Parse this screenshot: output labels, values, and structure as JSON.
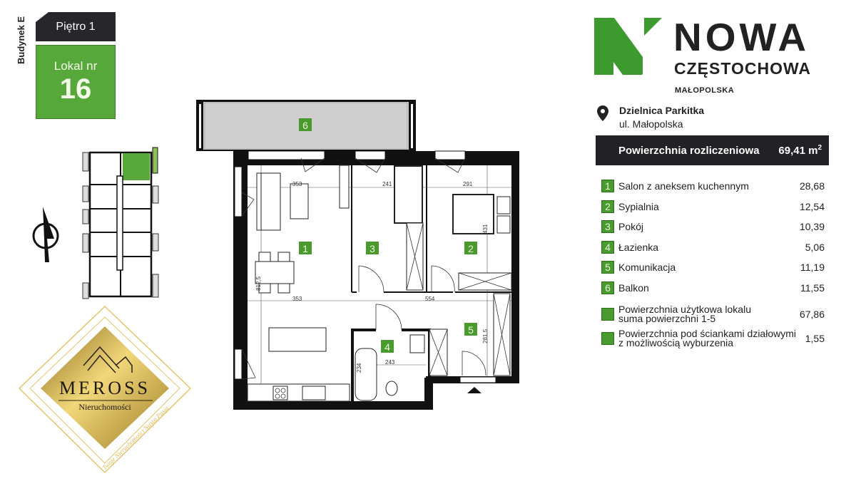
{
  "header": {
    "building": "Budynek E",
    "floor": "Piętro 1",
    "unit_label": "Lokal nr",
    "unit_number": "16"
  },
  "brand": {
    "line1": "NOWA",
    "line2": "CZĘSTOCHOWA",
    "line3": "MAŁOPOLSKA",
    "color": "#3d9a2e"
  },
  "location": {
    "district": "Dzielnica Parkitka",
    "street": "ul. Małopolska"
  },
  "settlement_area": {
    "label": "Powierzchnia rozliczeniowa",
    "value": "69,41 m",
    "unit_sup": "2"
  },
  "rooms": [
    {
      "num": "1",
      "name": "Salon z aneksem kuchennym",
      "area": "28,68"
    },
    {
      "num": "2",
      "name": "Sypialnia",
      "area": "12,54"
    },
    {
      "num": "3",
      "name": "Pokój",
      "area": "10,39"
    },
    {
      "num": "4",
      "name": "Łazienka",
      "area": "5,06"
    },
    {
      "num": "5",
      "name": "Komunikacja",
      "area": "11,19"
    },
    {
      "num": "6",
      "name": "Balkon",
      "area": "11,55"
    }
  ],
  "summary": [
    {
      "line1": "Powierzchnia użytkowa lokalu",
      "line2": "suma powierzchni 1-5",
      "value": "67,86"
    },
    {
      "line1": "Powierzchnia pod ściankami działowymi",
      "line2": "z możliwością wyburzenia",
      "value": "1,55"
    }
  ],
  "plan": {
    "dimensions": [
      "353",
      "241",
      "291",
      "431",
      "353",
      "554",
      "812,5",
      "281,5",
      "243",
      "234"
    ]
  },
  "watermark": {
    "name": "MEROSS",
    "sub": "Nieruchomości",
    "slogan": "Twoje Nieruchomości Nasza Pasja"
  }
}
